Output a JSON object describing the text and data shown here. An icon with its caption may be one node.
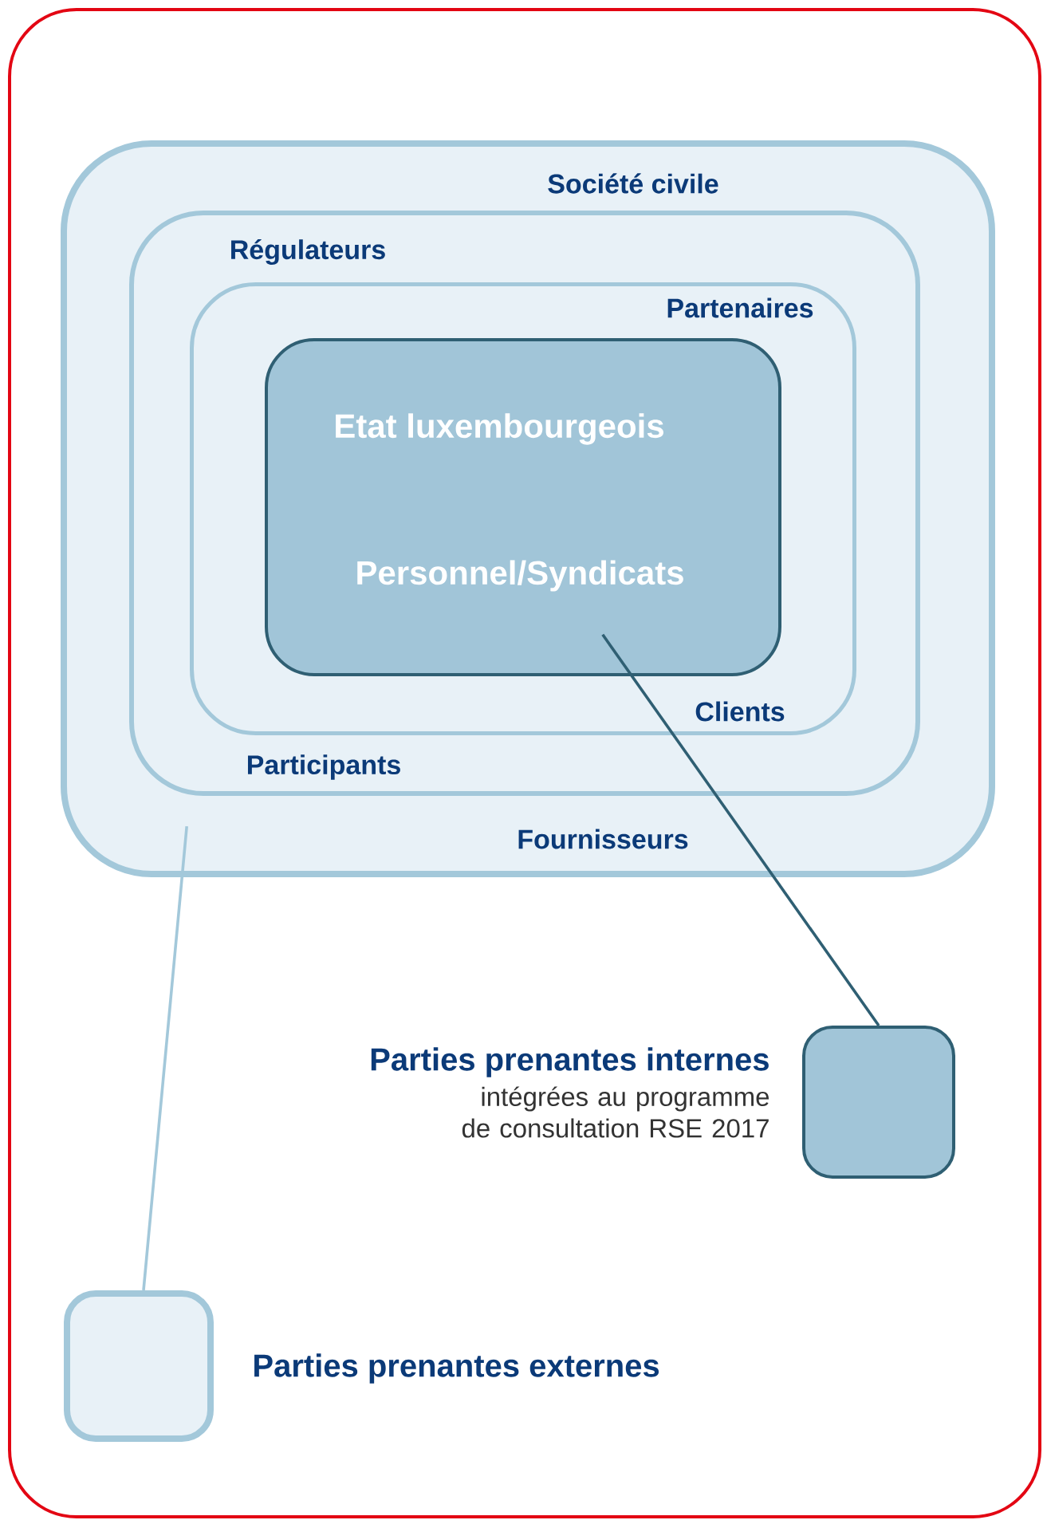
{
  "diagram": {
    "nodes": [
      {
        "text": [
          "Société civile",
          "Fournisseurs"
        ]
      },
      {
        "text": [
          "Régulateurs",
          "Participants"
        ],
        "in": 0
      },
      {
        "text": [
          "Partenaires",
          "Clients"
        ],
        "in": 1
      },
      {
        "text": [
          "Etat luxembourgeois",
          "Personnel/Syndicats"
        ],
        "in": 2
      },
      {
        "text": [],
        "shape": "box",
        "beside": [
          "Parties prenantes internes",
          "intégrées au programme de consultation RSE 2017"
        ]
      },
      {
        "text": [],
        "shape": "box",
        "beside": [
          "Parties prenantes externes"
        ]
      }
    ],
    "edges": [
      {
        "from": 4,
        "to": 3,
        "arrow": "none",
        "color": "#2f5f73"
      },
      {
        "from": 5,
        "to": 0,
        "arrow": "none",
        "color": "#a3c8da"
      }
    ]
  }
}
